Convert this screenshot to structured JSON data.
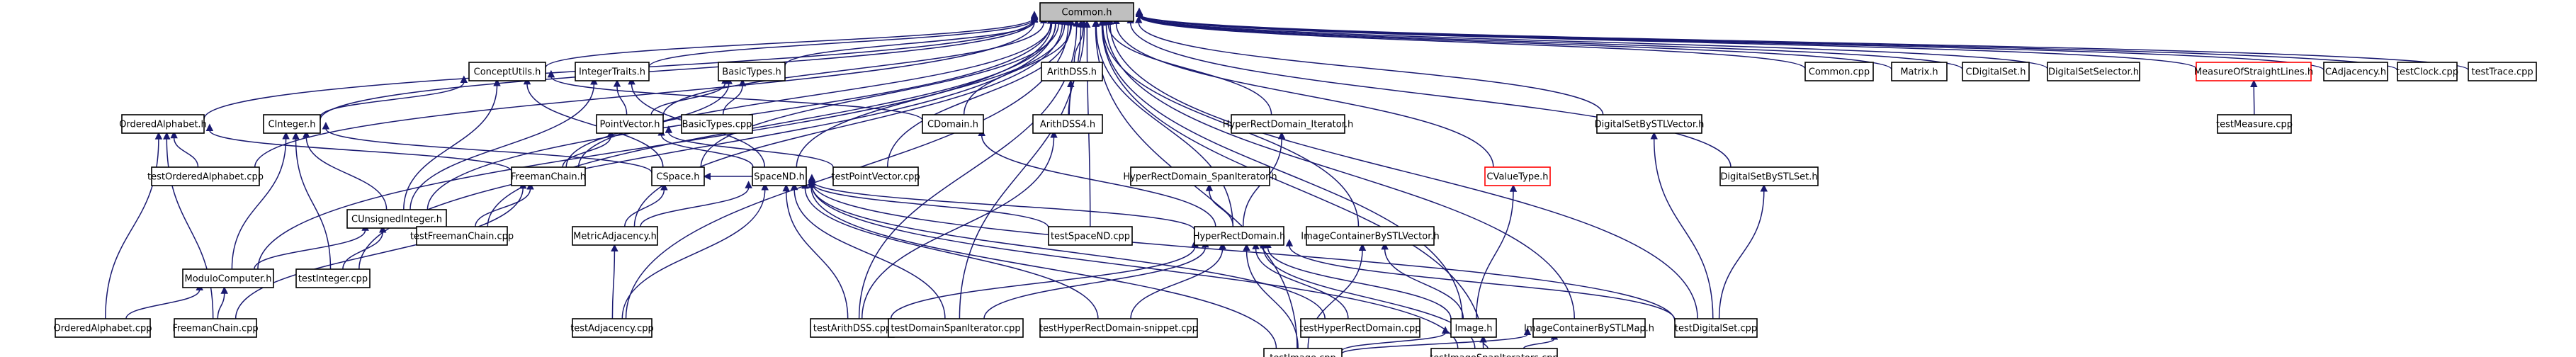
{
  "diagram": {
    "colors": {
      "edge": "#191970",
      "node_border": "#000000",
      "root_fill": "#bfbfbf",
      "highlight_border": "#ff0000"
    },
    "nodes": {
      "common_h": "Common.h",
      "conceptutils_h": "ConceptUtils.h",
      "integertraits_h": "IntegerTraits.h",
      "basictypes_h": "BasicTypes.h",
      "arithdss_h": "ArithDSS.h",
      "arithdss4_h": "ArithDSS4.h",
      "hyperrect_iter_h": "HyperRectDomain_Iterator.h",
      "cvaluetype_h": "CValueType.h",
      "dsset_stlvector_h": "DigitalSetBySTLVector.h",
      "dsset_stlset_h": "DigitalSetBySTLSet.h",
      "common_cpp": "Common.cpp",
      "matrix_h": "Matrix.h",
      "cdigitalset_h": "CDigitalSet.h",
      "digitalsetselector_h": "DigitalSetSelector.h",
      "measure_h": "MeasureOfStraightLines.h",
      "cadjacency_h": "CAdjacency.h",
      "testclock_cpp": "testClock.cpp",
      "testtrace_cpp": "testTrace.cpp",
      "testmeasure_cpp": "testMeasure.cpp",
      "orderedalphabet_h": "OrderedAlphabet.h",
      "cinteger_h": "CInteger.h",
      "pointvector_h": "PointVector.h",
      "basictypes_cpp": "BasicTypes.cpp",
      "cdomain_h": "CDomain.h",
      "testorderedalphabet_cpp": "testOrderedAlphabet.cpp",
      "cunsignedinteger_h": "CUnsignedInteger.h",
      "freemanchain_h": "FreemanChain.h",
      "cspace_h": "CSpace.h",
      "spacend_h": "SpaceND.h",
      "testpointvector_cpp": "testPointVector.cpp",
      "hyperrect_spaniter_h": "HyperRectDomain_SpanIterator.h",
      "modulocomputer_h": "ModuloComputer.h",
      "testinteger_cpp": "testInteger.cpp",
      "testfreemanchain_cpp": "testFreemanChain.cpp",
      "metricadjacency_h": "MetricAdjacency.h",
      "testspacend_cpp": "testSpaceND.cpp",
      "hyperrectdomain_h": "HyperRectDomain.h",
      "imagecont_stlvector_h": "ImageContainerBySTLVector.h",
      "orderedalphabet_cpp": "OrderedAlphabet.cpp",
      "freemanchain_cpp": "FreemanChain.cpp",
      "testadjacency_cpp": "testAdjacency.cpp",
      "testarithdss_cpp": "testArithDSS.cpp",
      "testdomainspaniter_cpp": "testDomainSpanIterator.cpp",
      "testhyperrect_snippet_cpp": "testHyperRectDomain-snippet.cpp",
      "testhyperrectdomain_cpp": "testHyperRectDomain.cpp",
      "image_h": "Image.h",
      "imagecont_stlmap_h": "ImageContainerBySTLMap.h",
      "testdigitalset_cpp": "testDigitalSet.cpp",
      "testimage_cpp": "testImage.cpp",
      "testimagespaniters_cpp": "testImageSpanIterators.cpp"
    }
  }
}
